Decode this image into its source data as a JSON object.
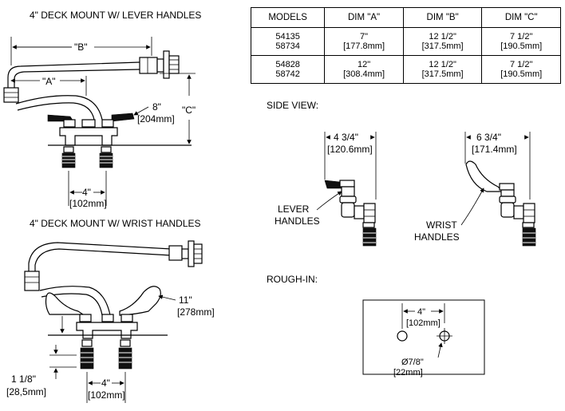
{
  "titles": {
    "lever": "4\" DECK MOUNT  W/ LEVER HANDLES",
    "wrist": "4\" DECK MOUNT W/  WRIST HANDLES",
    "side_view": "SIDE VIEW:",
    "rough_in": "ROUGH-IN:"
  },
  "table": {
    "headers": [
      "MODELS",
      "DIM \"A\"",
      "DIM \"B\"",
      "DIM \"C\""
    ],
    "rows": [
      {
        "models": [
          "54135",
          "58734"
        ],
        "a": [
          "7\"",
          "[177.8mm]"
        ],
        "b": [
          "12 1/2\"",
          "[317.5mm]"
        ],
        "c": [
          "7 1/2\"",
          "[190.5mm]"
        ]
      },
      {
        "models": [
          "54828",
          "58742"
        ],
        "a": [
          "12\"",
          "[308.4mm]"
        ],
        "b": [
          "12 1/2\"",
          "[317.5mm]"
        ],
        "c": [
          "7 1/2\"",
          "[190.5mm]"
        ]
      }
    ]
  },
  "lever_dims": {
    "b": "\"B\"",
    "a": "\"A\"",
    "c": "\"C\"",
    "height_in": "8\"",
    "height_mm": "[204mm]",
    "spacing_in": "4\"",
    "spacing_mm": "[102mm]"
  },
  "wrist_dims": {
    "height_in": "11\"",
    "height_mm": "[278mm]",
    "shank_in": "1 1/8\"",
    "shank_mm": "[28,5mm]",
    "spacing_in": "4\"",
    "spacing_mm": "[102mm]"
  },
  "side_view": {
    "lever_width_in": "4 3/4\"",
    "lever_width_mm": "[120.6mm]",
    "lever_label_1": "LEVER",
    "lever_label_2": "HANDLES",
    "wrist_width_in": "6 3/4\"",
    "wrist_width_mm": "[171.4mm]",
    "wrist_label_1": "WRIST",
    "wrist_label_2": "HANDLES"
  },
  "rough_in": {
    "spacing_in": "4\"",
    "spacing_mm": "[102mm]",
    "hole_in": "Ø7/8\"",
    "hole_mm": "[22mm]"
  }
}
